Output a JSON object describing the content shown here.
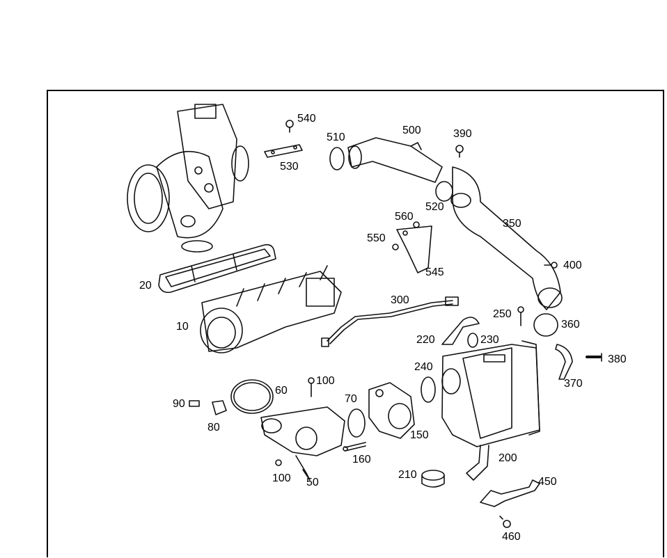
{
  "diagram": {
    "callouts": [
      "540",
      "530",
      "510",
      "500",
      "390",
      "520",
      "560",
      "550",
      "545",
      "350",
      "400",
      "20",
      "10",
      "300",
      "250",
      "360",
      "220",
      "230",
      "380",
      "240",
      "370",
      "100",
      "60",
      "90",
      "70",
      "80",
      "150",
      "160",
      "200",
      "100",
      "50",
      "210",
      "450",
      "460"
    ]
  }
}
